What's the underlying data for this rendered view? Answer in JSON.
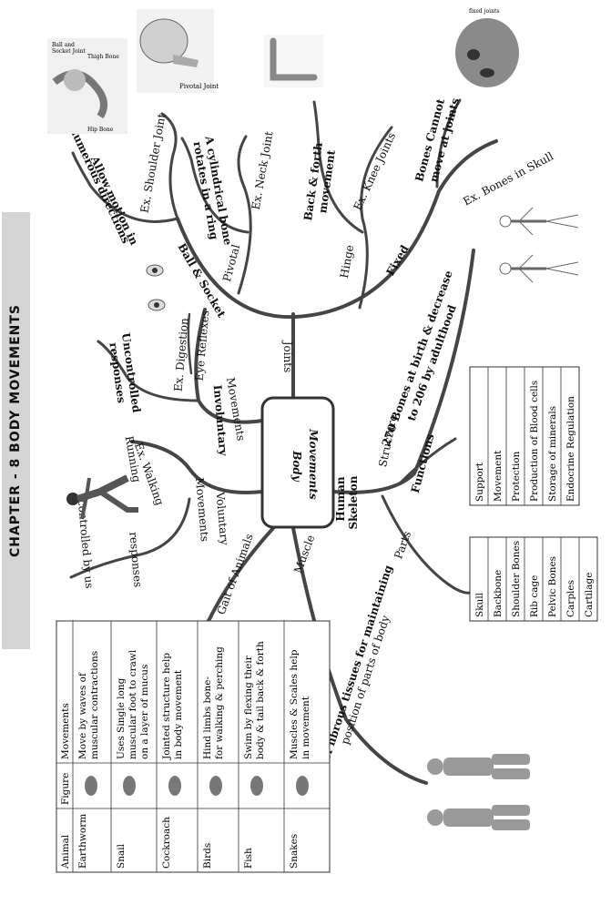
{
  "chapter_title": "CHAPTER - 8 BODY MOVEMENTS",
  "center": {
    "line1": "Body",
    "line2": "Movements"
  },
  "joints": {
    "branch": "Joints",
    "ball_socket": {
      "name": "Ball & Socket",
      "desc_line1": "Allow motion in",
      "desc_line2": "numerous directions",
      "example": "Ex. Shoulder Joint",
      "figure_label_1": "Ball and",
      "figure_label_2": "Socket Joint",
      "figure_label_3": "Thigh Bone",
      "figure_label_4": "Hip Bone"
    },
    "pivotal": {
      "name": "Pivotal",
      "desc_line1": "A cylindrical bone",
      "desc_line2": "rotates in a ring",
      "example": "Ex. Neck Joint",
      "figure_label": "Pivotal Joint"
    },
    "hinge": {
      "name": "Hinge",
      "desc_line1": "Back & forth",
      "desc_line2": "movement",
      "example": "Ex. Knee Joints"
    },
    "fixed": {
      "name": "Fixed",
      "desc_line1": "Bones Cannot",
      "desc_line2": "move at joints",
      "example": "Ex. Bones in Skull",
      "figure_label": "fixed joints"
    }
  },
  "movements": {
    "involuntary": {
      "name": "Involuntary",
      "branch": "Movements",
      "desc_line1": "Uncontrolled",
      "desc_line2": "responses",
      "example1": "Ex. Digestion",
      "example2": "Eye Reflexes"
    },
    "voluntary": {
      "name": "Voluntary",
      "branch": "Movements",
      "desc_line1": "controlled by us",
      "desc_line2": "responses",
      "example1": "Ex. Walking",
      "example2": "Running"
    }
  },
  "gait": {
    "branch": "Gait of Animals"
  },
  "muscle": {
    "branch": "Muscle",
    "desc_line1": "Band of fibrous tissues for maintaining",
    "desc_line2": "position of parts of body"
  },
  "skeleton": {
    "name_line1": "Human",
    "name_line2": "Skeleton",
    "structure": "Structure",
    "structure_desc1": "270 Bones at birth & decrease",
    "structure_desc2": "to 206 by adulthood",
    "functions": "Functions",
    "parts": "Parts",
    "functions_list": [
      "Support",
      "Movement",
      "Protection",
      "Production of Blood cells",
      "Storage of minerals",
      "Endocrine Regulation"
    ],
    "parts_list": [
      "Skull",
      "Backbone",
      "Shoulder Bones",
      "Rib cage",
      "Pelvic Bones",
      "Carples",
      "Cartilage"
    ]
  },
  "gait_table": {
    "headers": [
      "Animal",
      "Figure",
      "Movements"
    ],
    "rows": [
      {
        "animal": "Earthworm",
        "figure": "earthworm-icon",
        "m1": "Move by waves of",
        "m2": "muscular contractions"
      },
      {
        "animal": "Snail",
        "figure": "snail-icon",
        "m1": "Uses Single long",
        "m2": "muscular foot to crawl",
        "m3": "on a layer of mucus"
      },
      {
        "animal": "Cockroach",
        "figure": "cockroach-icon",
        "m1": "Jointed structure help",
        "m2": "in body movement"
      },
      {
        "animal": "Birds",
        "figure": "bird-icon",
        "m1": "Hind limbs bone-",
        "m2": "for walking & perching"
      },
      {
        "animal": "Fish",
        "figure": "fish-icon",
        "m1": "Swim by flexing their",
        "m2": "body & tail back & forth"
      },
      {
        "animal": "Snakes",
        "figure": "snake-icon",
        "m1": "Muscles & Scales help",
        "m2": "in movement"
      }
    ]
  },
  "colors": {
    "line": "#454545",
    "banner": "#d4d4d4"
  }
}
